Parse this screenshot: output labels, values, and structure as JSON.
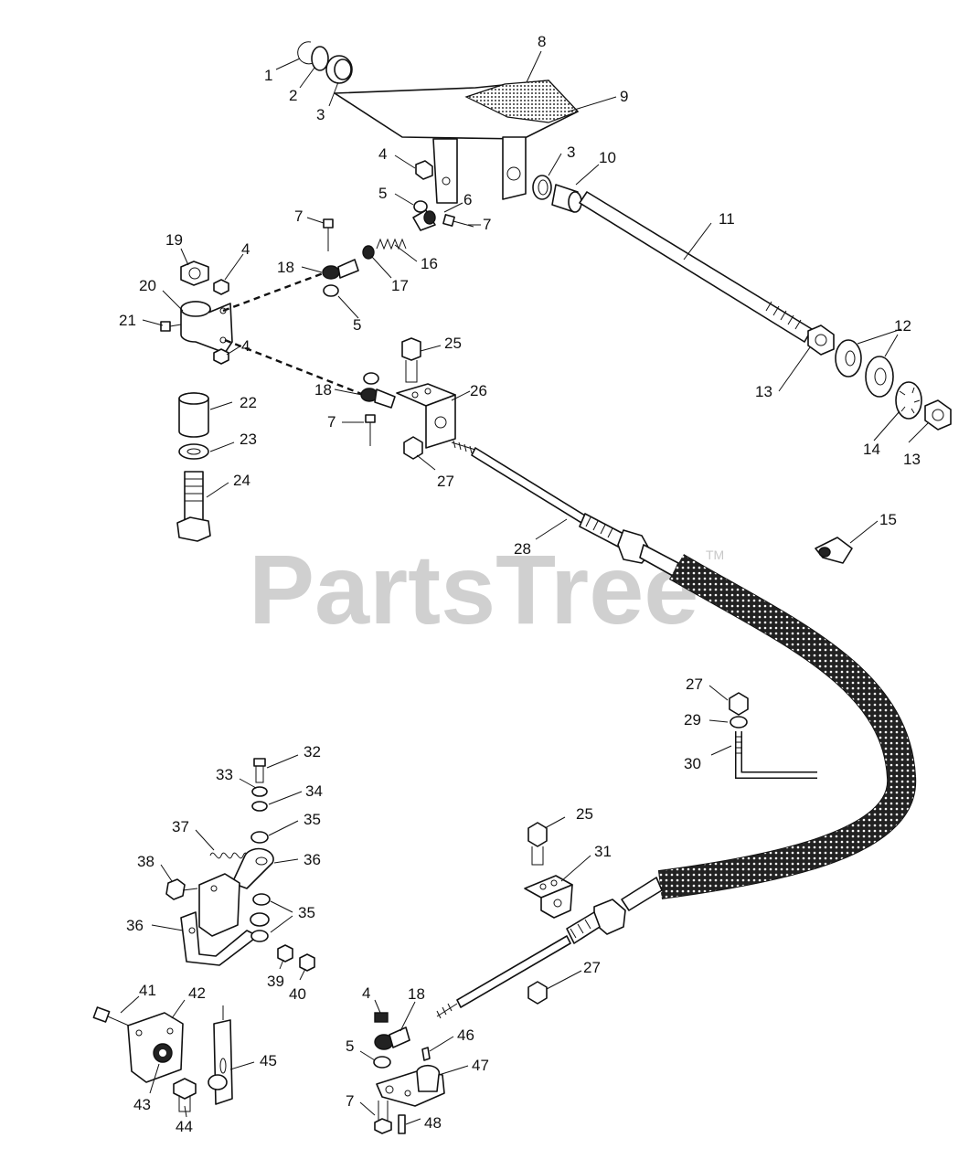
{
  "watermark": {
    "text": "PartsTree",
    "tm": "TM",
    "color": "#d0d0d0"
  },
  "callouts": [
    "1",
    "2",
    "3",
    "8",
    "9",
    "4",
    "3",
    "10",
    "5",
    "6",
    "7",
    "7",
    "11",
    "19",
    "4",
    "18",
    "16",
    "20",
    "17",
    "21",
    "5",
    "12",
    "4",
    "25",
    "13",
    "18",
    "26",
    "22",
    "7",
    "14",
    "13",
    "23",
    "27",
    "24",
    "15",
    "28",
    "27",
    "29",
    "30",
    "32",
    "33",
    "34",
    "35",
    "37",
    "36",
    "38",
    "25",
    "31",
    "35",
    "36",
    "39",
    "40",
    "27",
    "41",
    "42",
    "4",
    "18",
    "46",
    "5",
    "47",
    "43",
    "44",
    "45",
    "7",
    "48"
  ]
}
